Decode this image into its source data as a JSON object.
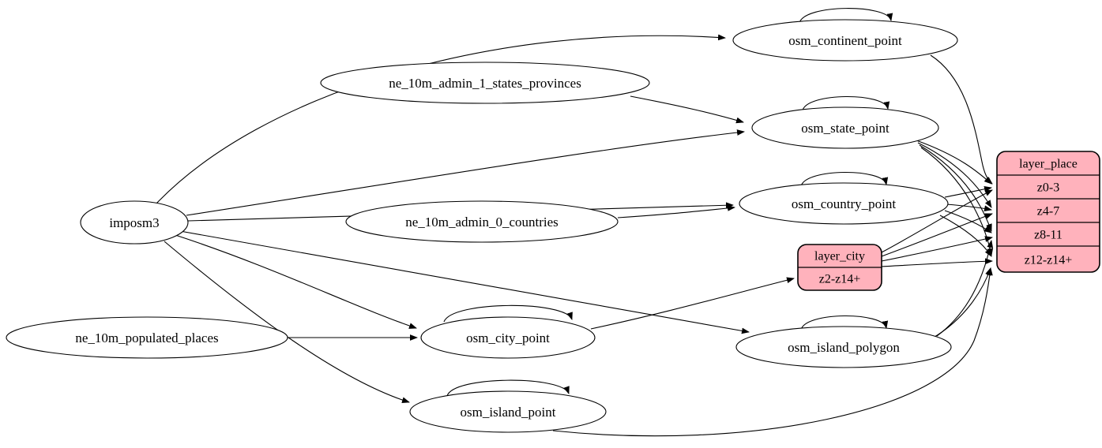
{
  "diagram": {
    "type": "etl-flow-graph",
    "colors": {
      "background": "#ffffff",
      "node_fill": "#ffffff",
      "record_fill": "#ffb2bc",
      "stroke": "#000000"
    },
    "nodes": {
      "imposm3": {
        "label": "imposm3",
        "shape": "ellipse"
      },
      "ne_states": {
        "label": "ne_10m_admin_1_states_provinces",
        "shape": "ellipse"
      },
      "ne_countries": {
        "label": "ne_10m_admin_0_countries",
        "shape": "ellipse"
      },
      "ne_places": {
        "label": "ne_10m_populated_places",
        "shape": "ellipse"
      },
      "osm_continent_point": {
        "label": "osm_continent_point",
        "shape": "ellipse",
        "self_loop": true
      },
      "osm_state_point": {
        "label": "osm_state_point",
        "shape": "ellipse",
        "self_loop": true
      },
      "osm_country_point": {
        "label": "osm_country_point",
        "shape": "ellipse",
        "self_loop": true
      },
      "osm_city_point": {
        "label": "osm_city_point",
        "shape": "ellipse",
        "self_loop": true
      },
      "osm_island_polygon": {
        "label": "osm_island_polygon",
        "shape": "ellipse",
        "self_loop": true
      },
      "osm_island_point": {
        "label": "osm_island_point",
        "shape": "ellipse",
        "self_loop": true
      }
    },
    "records": {
      "layer_place": {
        "title": "layer_place",
        "rows": [
          "z0-3",
          "z4-7",
          "z8-11",
          "z12-z14+"
        ]
      },
      "layer_city": {
        "title": "layer_city",
        "rows": [
          "z2-z14+"
        ]
      }
    },
    "edges": [
      {
        "from": "imposm3",
        "to": "osm_continent_point"
      },
      {
        "from": "imposm3",
        "to": "osm_state_point"
      },
      {
        "from": "imposm3",
        "to": "osm_country_point"
      },
      {
        "from": "imposm3",
        "to": "osm_city_point"
      },
      {
        "from": "imposm3",
        "to": "osm_island_polygon"
      },
      {
        "from": "imposm3",
        "to": "osm_island_point"
      },
      {
        "from": "ne_10m_admin_1_states_provinces",
        "to": "osm_state_point"
      },
      {
        "from": "ne_10m_admin_0_countries",
        "to": "osm_country_point"
      },
      {
        "from": "ne_10m_populated_places",
        "to": "osm_city_point"
      },
      {
        "from": "osm_continent_point",
        "to": "osm_continent_point"
      },
      {
        "from": "osm_state_point",
        "to": "osm_state_point"
      },
      {
        "from": "osm_country_point",
        "to": "osm_country_point"
      },
      {
        "from": "osm_city_point",
        "to": "osm_city_point"
      },
      {
        "from": "osm_island_polygon",
        "to": "osm_island_polygon"
      },
      {
        "from": "osm_island_point",
        "to": "osm_island_point"
      },
      {
        "from": "osm_continent_point",
        "to": "layer_place:z0-3"
      },
      {
        "from": "osm_state_point",
        "to": "layer_place:z0-3"
      },
      {
        "from": "osm_state_point",
        "to": "layer_place:z4-7"
      },
      {
        "from": "osm_state_point",
        "to": "layer_place:z8-11"
      },
      {
        "from": "osm_state_point",
        "to": "layer_place:z12-z14+"
      },
      {
        "from": "osm_country_point",
        "to": "layer_place:z0-3"
      },
      {
        "from": "osm_country_point",
        "to": "layer_place:z4-7"
      },
      {
        "from": "osm_country_point",
        "to": "layer_place:z8-11"
      },
      {
        "from": "osm_country_point",
        "to": "layer_place:z12-z14+"
      },
      {
        "from": "osm_city_point",
        "to": "layer_city:z2-z14+"
      },
      {
        "from": "layer_city",
        "to": "layer_place:z0-3"
      },
      {
        "from": "layer_city",
        "to": "layer_place:z4-7"
      },
      {
        "from": "layer_city",
        "to": "layer_place:z8-11"
      },
      {
        "from": "layer_city",
        "to": "layer_place:z12-z14+"
      },
      {
        "from": "osm_island_polygon",
        "to": "layer_place:z8-11"
      },
      {
        "from": "osm_island_polygon",
        "to": "layer_place:z12-z14+"
      },
      {
        "from": "osm_island_point",
        "to": "layer_place:z12-z14+"
      }
    ]
  }
}
